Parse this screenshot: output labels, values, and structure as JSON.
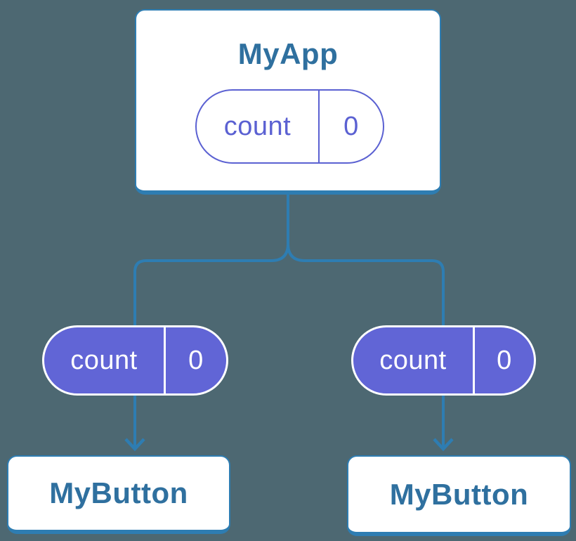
{
  "root_component": {
    "title": "MyApp",
    "state_pill": {
      "label": "count",
      "value": "0"
    }
  },
  "child_components": [
    {
      "title": "MyButton",
      "state_pill": {
        "label": "count",
        "value": "0"
      }
    },
    {
      "title": "MyButton",
      "state_pill": {
        "label": "count",
        "value": "0"
      }
    }
  ],
  "colors": {
    "background": "#4D6872",
    "connector": "#2E7DB2",
    "box_border": "#2E7DB2",
    "box_fill": "#FFFFFF",
    "title_text": "#2F709F",
    "pill_outline": "#5B61D2",
    "pill_fill": "#6165D6",
    "pill_text_on_fill": "#FFFFFF"
  }
}
